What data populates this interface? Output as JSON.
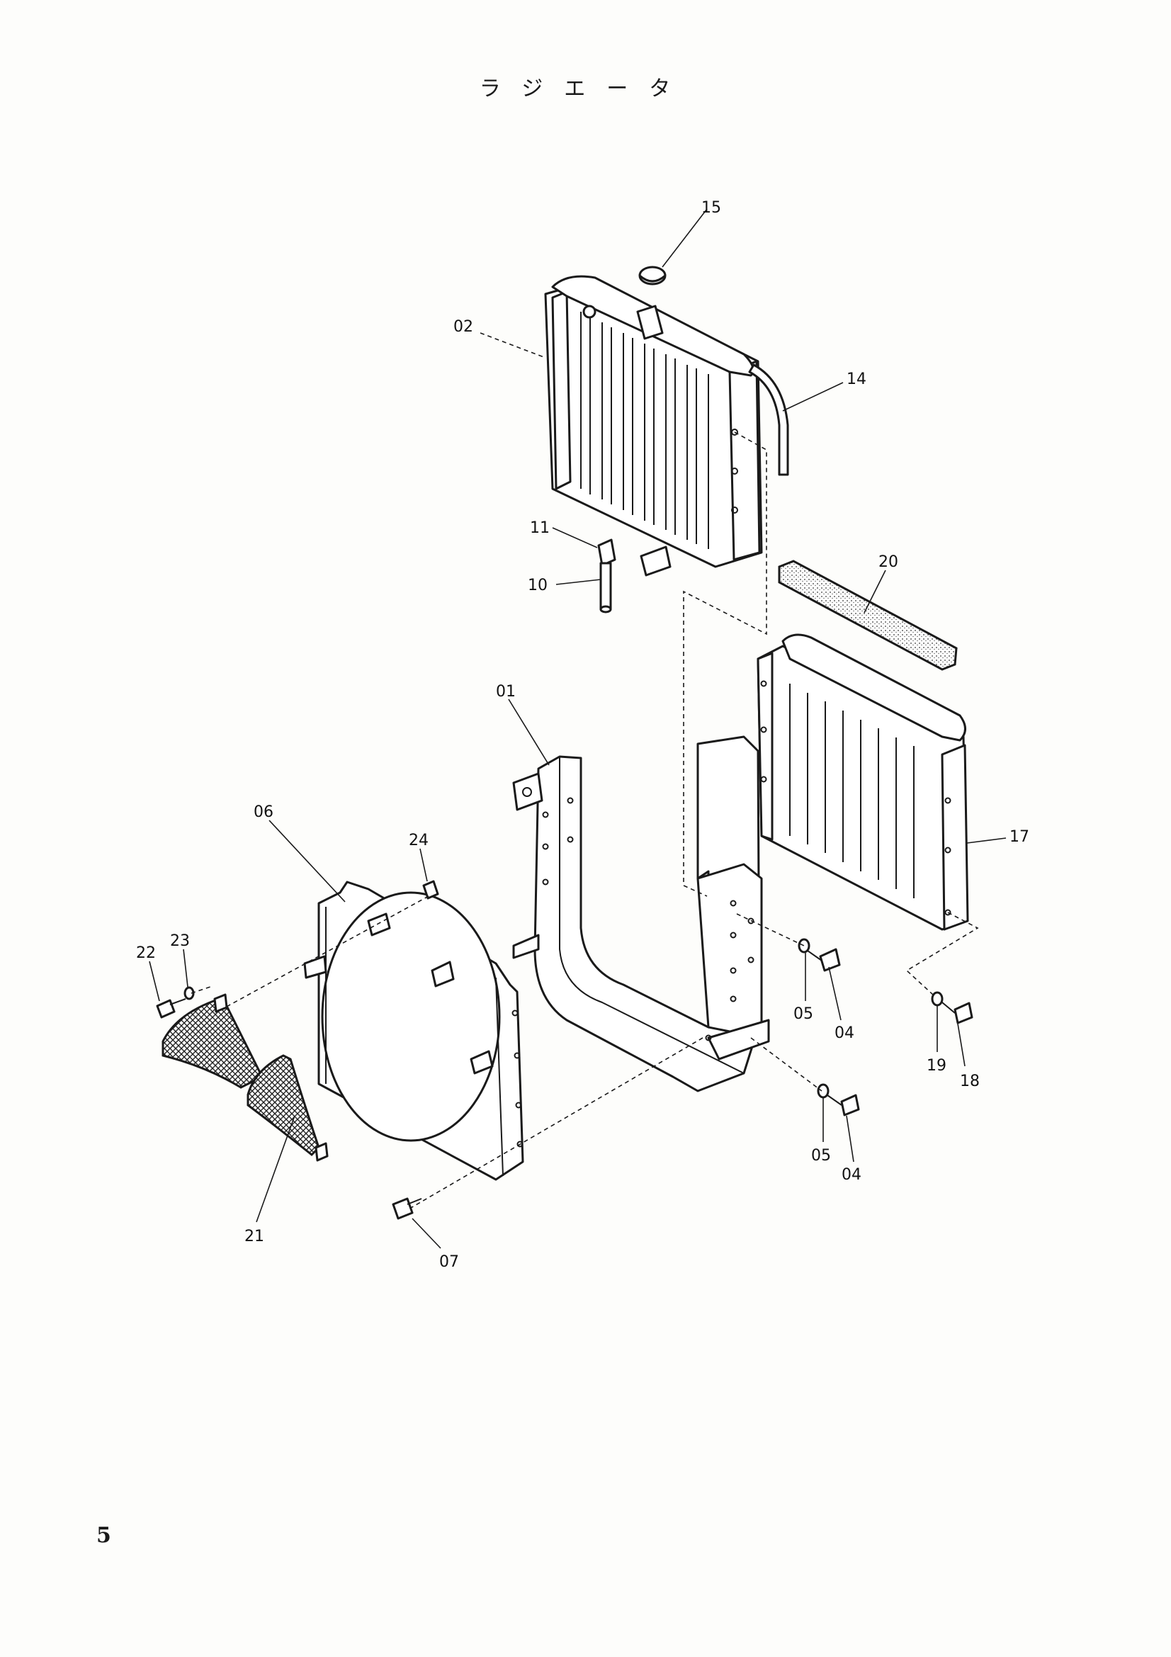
{
  "title": "ラジエータ",
  "page_number": "5",
  "part_labels": {
    "p15": "15",
    "p02": "02",
    "p14": "14",
    "p11": "11",
    "p10": "10",
    "p20": "20",
    "p01": "01",
    "p17": "17",
    "p06": "06",
    "p24": "24",
    "p23": "23",
    "p22": "22",
    "p05a": "05",
    "p04a": "04",
    "p19": "19",
    "p18": "18",
    "p05b": "05",
    "p04b": "04",
    "p21": "21",
    "p07": "07"
  }
}
